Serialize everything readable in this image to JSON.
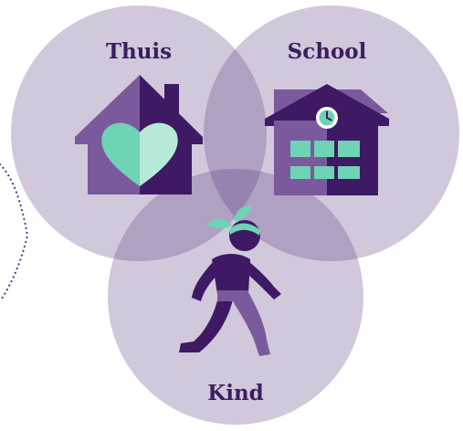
{
  "diagram": {
    "type": "venn",
    "circles": [
      {
        "id": "thuis",
        "label": "Thuis",
        "icon": "house-heart-icon"
      },
      {
        "id": "school",
        "label": "School",
        "icon": "school-building-icon"
      },
      {
        "id": "kind",
        "label": "Kind",
        "icon": "running-child-icon"
      }
    ]
  },
  "colors": {
    "circle_fill": "#5b3a82",
    "label_text": "#3b1e5e",
    "dark_purple": "#3d1a63",
    "mid_purple": "#7a5a9c",
    "light_purple": "#9f86bb",
    "mint": "#6fd3b5",
    "mint_light": "#b6e9d8",
    "dots": "#5b3a82"
  }
}
